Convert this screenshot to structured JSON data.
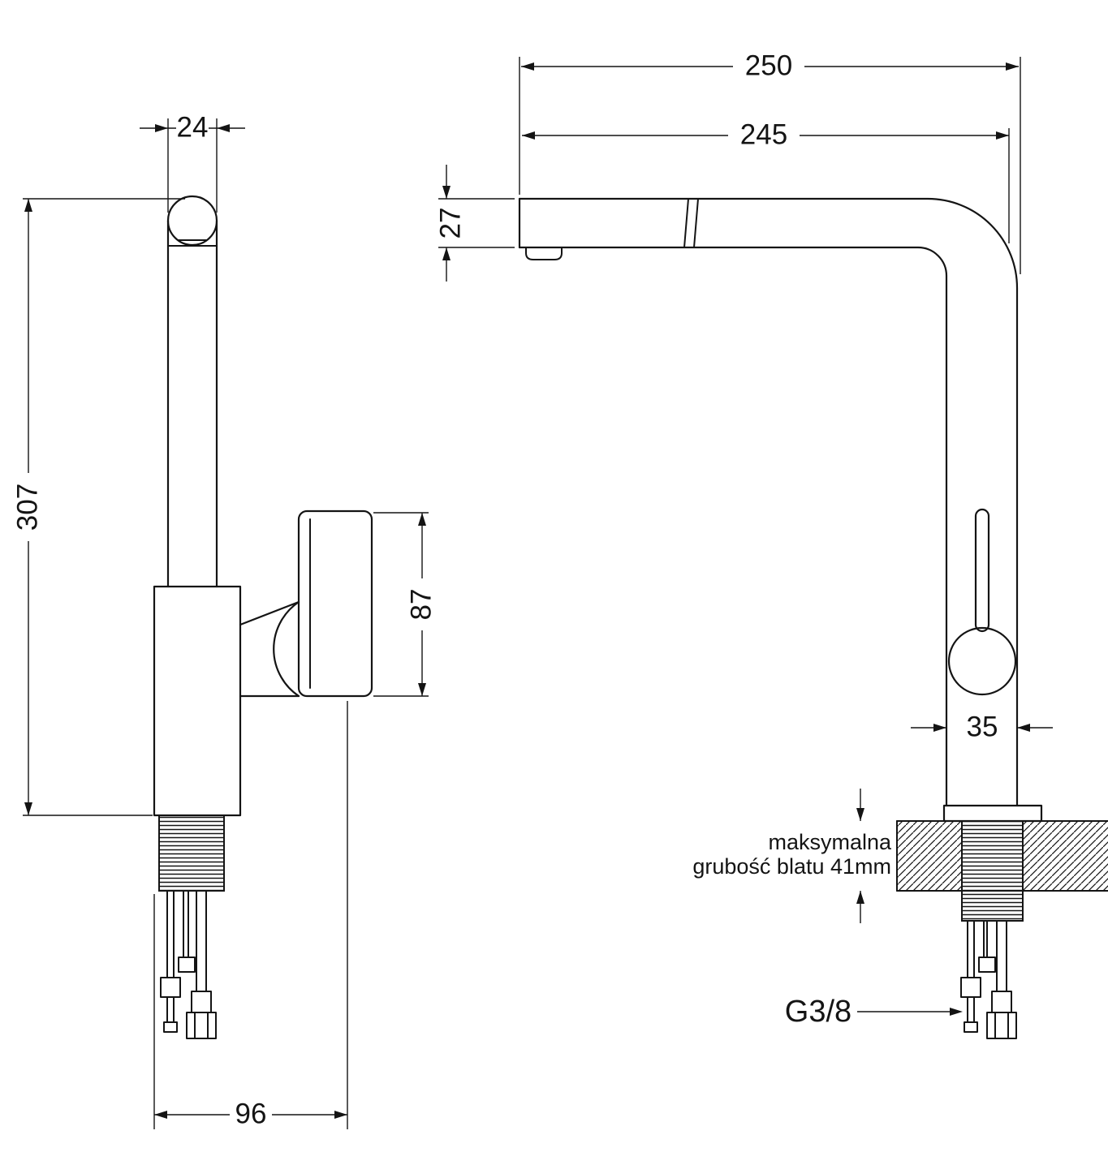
{
  "dimensions": {
    "spout_column_width": "24",
    "total_height": "307",
    "handle_height": "87",
    "base_depth": "96",
    "total_reach": "250",
    "spout_reach": "245",
    "spout_head_height": "27",
    "body_width": "35"
  },
  "annotations": {
    "countertop_note_line1": "maksymalna",
    "countertop_note_line2": "grubość blatu 41mm",
    "connection_thread": "G3/8"
  },
  "colors": {
    "line": "#141414",
    "background": "#ffffff"
  }
}
